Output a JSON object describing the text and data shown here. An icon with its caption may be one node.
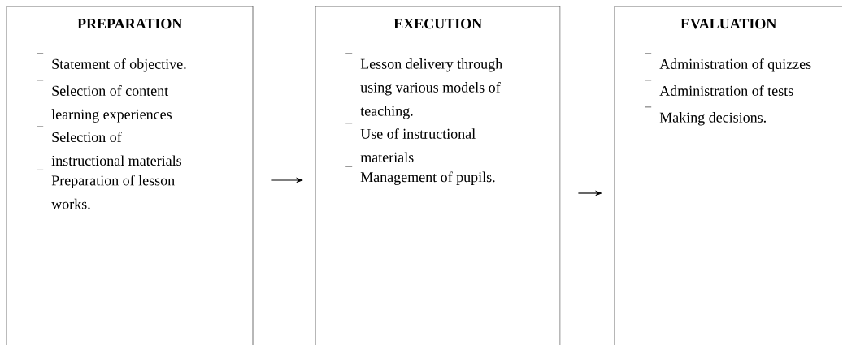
{
  "diagram": {
    "nodes": [
      {
        "text": [
          "PREPARATION",
          "Statement of objective.",
          "Selection of content learning experiences",
          "Selection of instructional materials",
          "Preparation of lesson works."
        ]
      },
      {
        "text": [
          "EXECUTION",
          "Lesson delivery through using various models of teaching.",
          "Use of instructional materials",
          "Management of pupils."
        ]
      },
      {
        "text": [
          "EVALUATION",
          "Administration of quizzes",
          "Administration of tests",
          "Making decisions."
        ]
      }
    ],
    "edges": [
      {
        "from": 0,
        "to": 1,
        "arrow": "to"
      },
      {
        "from": 1,
        "to": 2,
        "arrow": "to"
      }
    ]
  }
}
